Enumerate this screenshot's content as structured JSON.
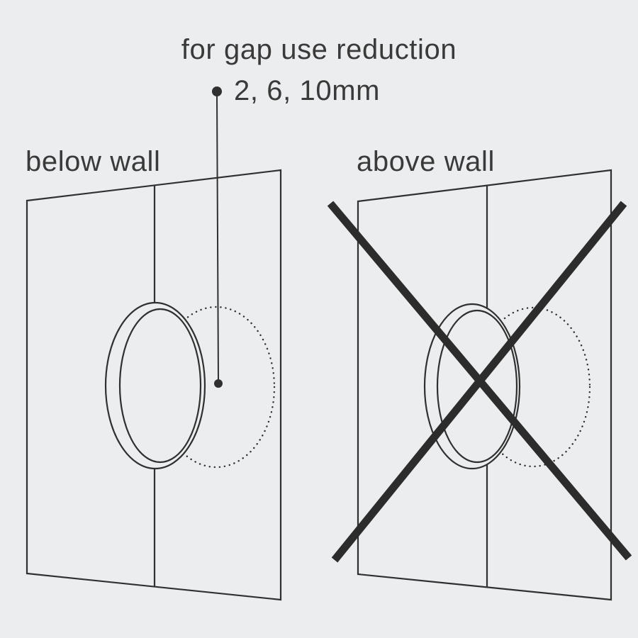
{
  "colors": {
    "background": "#ecedee",
    "line": "#303030",
    "text": "#3a3a3a",
    "cross": "#2c2c2c"
  },
  "annotation": {
    "line1": "for gap use reduction",
    "line2": "2, 6, 10mm"
  },
  "left_panel": {
    "label": "below wall"
  },
  "right_panel": {
    "label": "above wall"
  }
}
